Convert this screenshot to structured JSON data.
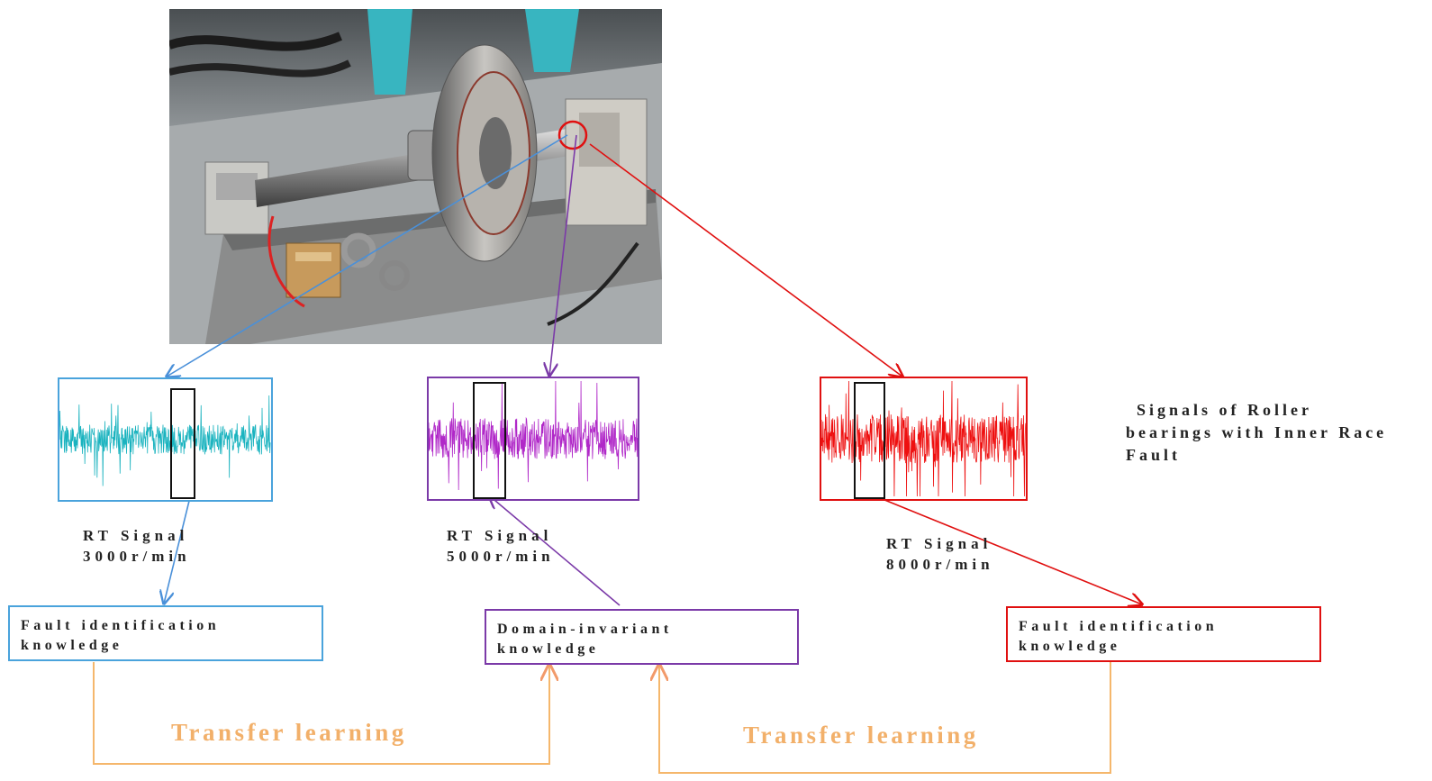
{
  "colors": {
    "cyan": "#1ab3bf",
    "blue": "#4a90d9",
    "purple": "#7b3aa8",
    "magenta": "#b028c8",
    "red": "#e01010",
    "orange": "#f2b06a"
  },
  "photo": {
    "subject": "rotor-bearing-test-rig"
  },
  "signals": [
    {
      "label_line1": "RT Signal",
      "label_line2": "3000r/min",
      "color": "#1ab3bf",
      "border": "#4aa3dc"
    },
    {
      "label_line1": "RT Signal",
      "label_line2": "5000r/min",
      "color": "#b028c8",
      "border": "#7b3aa8"
    },
    {
      "label_line1": "RT Signal",
      "label_line2": "8000r/min",
      "color": "#ee1010",
      "border": "#e01010"
    }
  ],
  "knowledge": [
    {
      "line1": "Fault identification",
      "line2": "knowledge",
      "border": "#4aa3dc"
    },
    {
      "line1": "Domain-invariant",
      "line2": "knowledge",
      "border": "#7b3aa8"
    },
    {
      "line1": "Fault identification",
      "line2": "knowledge",
      "border": "#e01010"
    }
  ],
  "transfer": [
    {
      "label": "Transfer learning"
    },
    {
      "label": "Transfer learning"
    }
  ],
  "title": {
    "line1": "Signals of Roller",
    "line2": "bearings with Inner Race",
    "line3": "Fault"
  }
}
